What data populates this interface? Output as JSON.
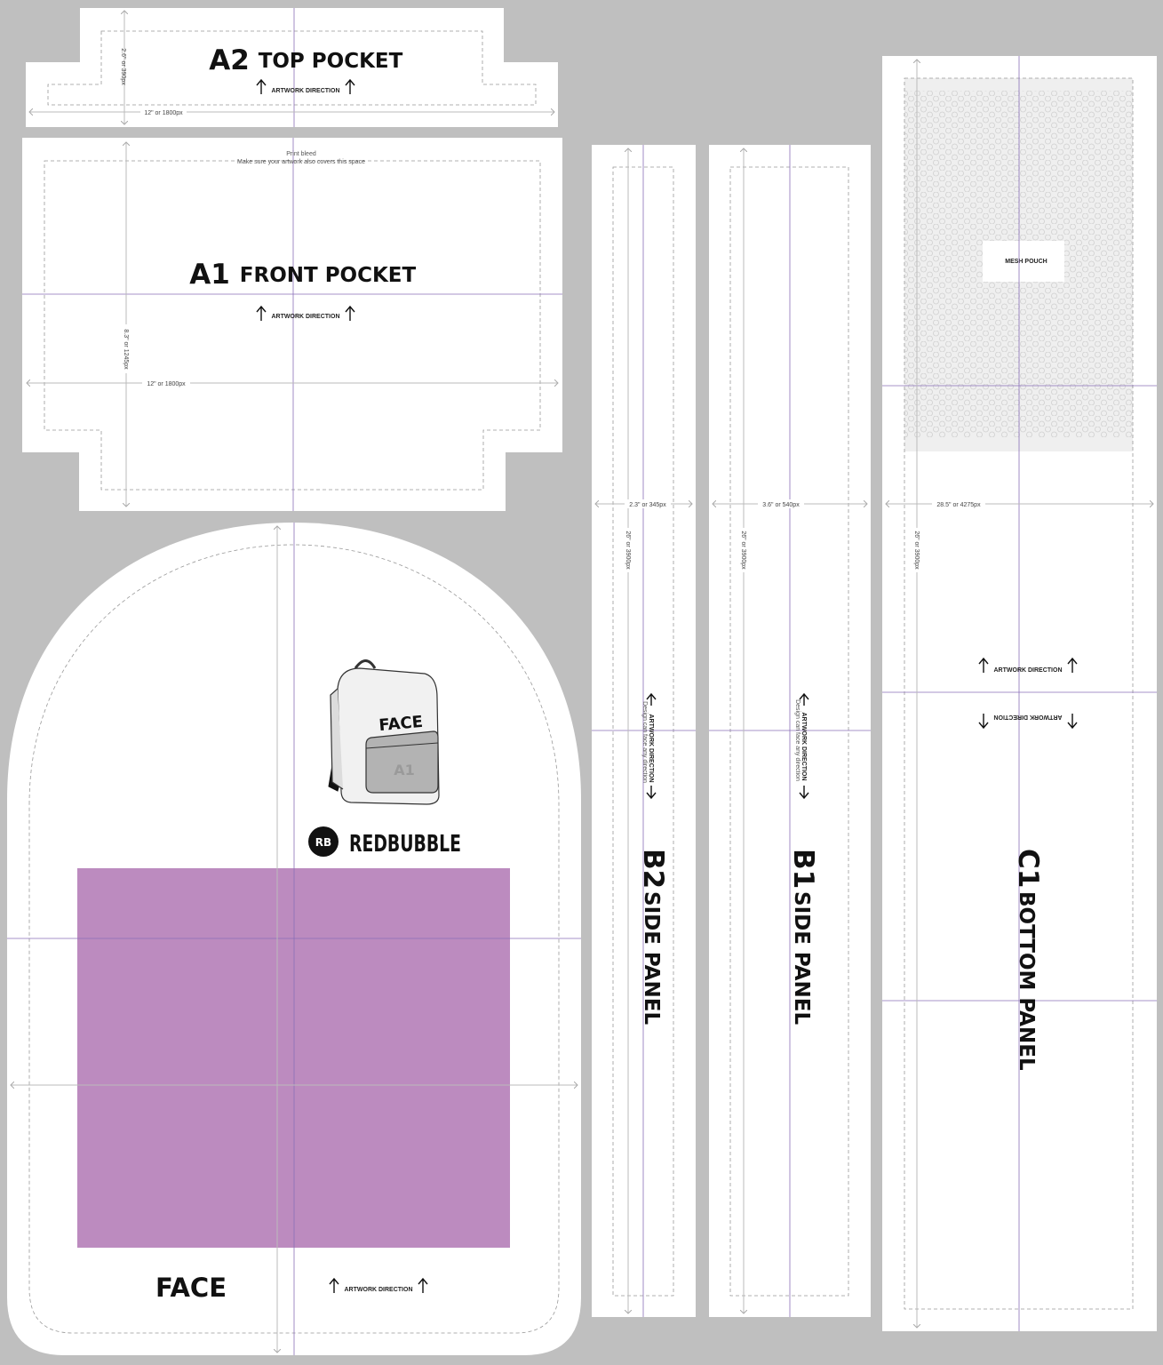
{
  "panels": {
    "a2": {
      "code": "A2",
      "name": "TOP POCKET",
      "artwork": "ARTWORK DIRECTION",
      "width_dim": "12\" or 1800px",
      "height_dim": "2.6\" or 390px"
    },
    "a1": {
      "code": "A1",
      "name": "FRONT POCKET",
      "artwork": "ARTWORK DIRECTION",
      "width_dim": "12\" or 1800px",
      "height_dim": "8.3\" or 1245px",
      "bleed_title": "Print bleed",
      "bleed_note": "Make sure your artwork also covers this space"
    },
    "b2": {
      "code": "B2",
      "name": "SIDE PANEL",
      "artwork": "ARTWORK DIRECTION",
      "note": "Design can face any direction",
      "width_dim": "2.3\" or 345px",
      "height_dim": "26\" or 3900px"
    },
    "b1": {
      "code": "B1",
      "name": "SIDE PANEL",
      "artwork": "ARTWORK DIRECTION",
      "note": "Design can face any direction",
      "width_dim": "3.6\" or 540px",
      "height_dim": "26\" or 3900px"
    },
    "c1": {
      "code": "C1",
      "name": "BOTTOM PANEL",
      "artwork": "ARTWORK DIRECTION",
      "artwork_flipped": "ARTWORK DIRECTION",
      "mesh": "MESH POUCH",
      "width_dim": "28.5\" or 4275px",
      "height_dim": "26\" or 3900px"
    },
    "face": {
      "name": "FACE",
      "artwork": "ARTWORK DIRECTION",
      "backpack_face": "FACE",
      "backpack_pocket": "A1"
    }
  },
  "brand": {
    "name": "REDBUBBLE",
    "mark": "RB"
  },
  "colors": {
    "background": "#bfbfbf",
    "panel": "#ffffff",
    "guide": "#8a6fb8",
    "placeholder": "#bc8bbf",
    "dash": "#999999"
  }
}
